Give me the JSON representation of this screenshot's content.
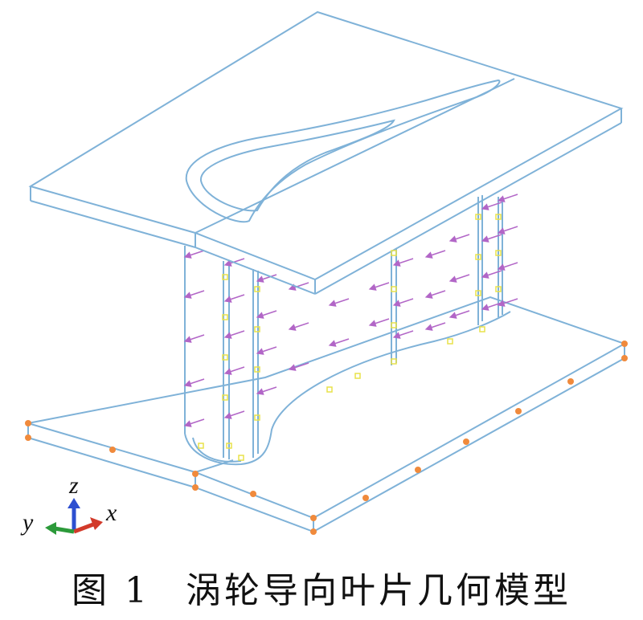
{
  "figure": {
    "caption_label": "图 1",
    "caption_title": "涡轮导向叶片几何模型",
    "axis_labels": {
      "x": "x",
      "y": "y",
      "z": "z"
    }
  },
  "colors": {
    "edge": "#7fb2d8",
    "force_arrow": "#b266c7",
    "constraint": "#f08a3c",
    "surface_marker": "#e8e24a",
    "axis_x": "#d23a2a",
    "axis_y": "#2c9a3a",
    "axis_z": "#2d4fd0"
  }
}
